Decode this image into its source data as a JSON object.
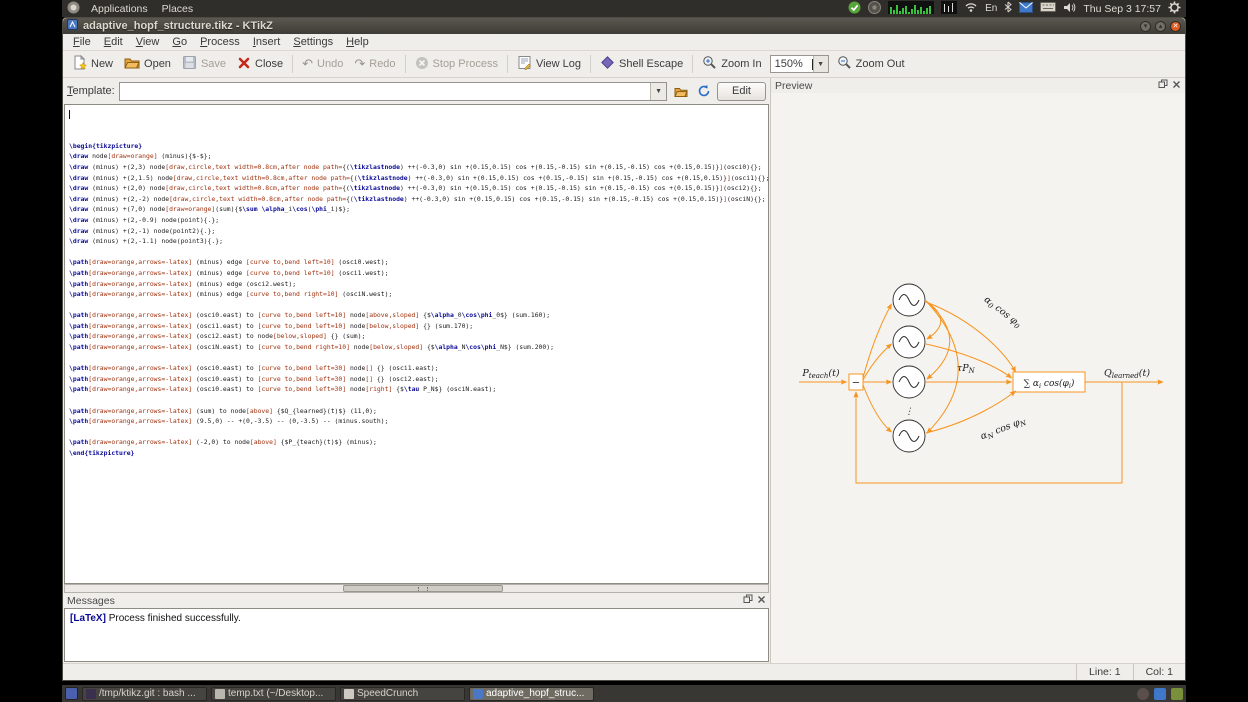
{
  "panel": {
    "applications": "Applications",
    "places": "Places",
    "layout": "En",
    "clock": "Thu Sep 3 17:57"
  },
  "window": {
    "title": "adaptive_hopf_structure.tikz - KTikZ",
    "menu": [
      "File",
      "Edit",
      "View",
      "Go",
      "Process",
      "Insert",
      "Settings",
      "Help"
    ],
    "toolbar": {
      "new": "New",
      "open": "Open",
      "save": "Save",
      "close": "Close",
      "undo": "Undo",
      "redo": "Redo",
      "stop": "Stop Process",
      "view_log": "View Log",
      "shell_escape": "Shell Escape",
      "zoom_in": "Zoom In",
      "zoom_value": "150%",
      "zoom_out": "Zoom Out"
    },
    "template": {
      "label_accel": "T",
      "label_rest": "emplate:",
      "value": "",
      "edit_label": "Edit"
    },
    "editor": {
      "lines": [
        "\\begin{tikzpicture}",
        "\\draw node[draw=orange] (minus){$-$};",
        "\\draw (minus) +(2,3) node[draw,circle,text width=0.8cm,after node path={(\\tikzlastnode) ++(-0.3,0) sin +(0.15,0.15) cos +(0.15,-0.15) sin +(0.15,-0.15) cos +(0.15,0.15)}](osci0){};",
        "\\draw (minus) +(2,1.5) node[draw,circle,text width=0.8cm,after node path={(\\tikzlastnode) ++(-0.3,0) sin +(0.15,0.15) cos +(0.15,-0.15) sin +(0.15,-0.15) cos +(0.15,0.15)}](osci1){};",
        "\\draw (minus) +(2,0) node[draw,circle,text width=0.8cm,after node path={(\\tikzlastnode) ++(-0.3,0) sin +(0.15,0.15) cos +(0.15,-0.15) sin +(0.15,-0.15) cos +(0.15,0.15)}](osci2){};",
        "\\draw (minus) +(2,-2) node[draw,circle,text width=0.8cm,after node path={(\\tikzlastnode) ++(-0.3,0) sin +(0.15,0.15) cos +(0.15,-0.15) sin +(0.15,-0.15) cos +(0.15,0.15)}](osciN){};",
        "\\draw (minus) +(7,0) node[draw=orange](sum){$\\sum \\alpha_i\\cos(\\phi_i)$};",
        "\\draw (minus) +(2,-0.9) node(point){.};",
        "\\draw (minus) +(2,-1) node(point2){.};",
        "\\draw (minus) +(2,-1.1) node(point3){.};",
        "",
        "\\path[draw=orange,arrows=-latex] (minus) edge [curve to,bend left=10] (osci0.west);",
        "\\path[draw=orange,arrows=-latex] (minus) edge [curve to,bend left=10] (osci1.west);",
        "\\path[draw=orange,arrows=-latex] (minus) edge (osci2.west);",
        "\\path[draw=orange,arrows=-latex] (minus) edge [curve to,bend right=10] (osciN.west);",
        "",
        "\\path[draw=orange,arrows=-latex] (osci0.east) to [curve to,bend left=10] node[above,sloped] {$\\alpha_0\\cos\\phi_0$} (sum.160);",
        "\\path[draw=orange,arrows=-latex] (osci1.east) to [curve to,bend left=10] node[below,sloped] {} (sum.170);",
        "\\path[draw=orange,arrows=-latex] (osci2.east) to node[below,sloped] {} (sum);",
        "\\path[draw=orange,arrows=-latex] (osciN.east) to [curve to,bend right=10] node[below,sloped] {$\\alpha_N\\cos\\phi_N$} (sum.200);",
        "",
        "\\path[draw=orange,arrows=-latex] (osci0.east) to [curve to,bend left=30] node[] {} (osci1.east);",
        "\\path[draw=orange,arrows=-latex] (osci0.east) to [curve to,bend left=30] node[] {} (osci2.east);",
        "\\path[draw=orange,arrows=-latex] (osci0.east) to [curve to,bend left=30] node[right] {$\\tau P_N$} (osciN.east);",
        "",
        "\\path[draw=orange,arrows=-latex] (sum) to node[above] {$Q_{learned}(t)$} (11,0);",
        "\\path[draw=orange,arrows=-latex] (9.5,0) -- +(0,-3.5) -- (0,-3.5) -- (minus.south);",
        "",
        "\\path[draw=orange,arrows=-latex] (-2,0) to node[above] {$P_{teach}(t)$} (minus);",
        "\\end{tikzpicture}"
      ]
    },
    "messages": {
      "title": "Messages",
      "latex_tag": "[LaTeX]",
      "text": " Process finished successfully."
    },
    "preview": {
      "title": "Preview"
    },
    "status": {
      "line": "Line: 1",
      "col": "Col: 1"
    }
  },
  "diagram": {
    "accent_color": "#f7941d",
    "minus": "−",
    "dots": "⋮",
    "p_base": "P",
    "p_sub": "teach",
    "p_arg": "(t)",
    "q_base": "Q",
    "q_sub": "learned",
    "q_arg": "(t)",
    "tau_base": "τP",
    "tau_sub": "N",
    "sum_1": "∑ α",
    "sum_2": "i",
    "sum_3": " cos(φ",
    "sum_4": "i",
    "sum_5": ")",
    "a0_1": "α",
    "a0_2": "0",
    "a0_3": " cos φ",
    "a0_4": "0",
    "aN_1": "α",
    "aN_2": "N",
    "aN_3": " cos φ",
    "aN_4": "N"
  },
  "taskbar": {
    "windows": [
      {
        "label": "/tmp/ktikz.git : bash ...",
        "icon": "terminal-icon"
      },
      {
        "label": "temp.txt (~/Desktop...",
        "icon": "text-editor-icon"
      },
      {
        "label": "SpeedCrunch",
        "icon": "calculator-icon"
      },
      {
        "label": "adaptive_hopf_struc...",
        "icon": "ktikz-icon",
        "active": true
      }
    ]
  }
}
